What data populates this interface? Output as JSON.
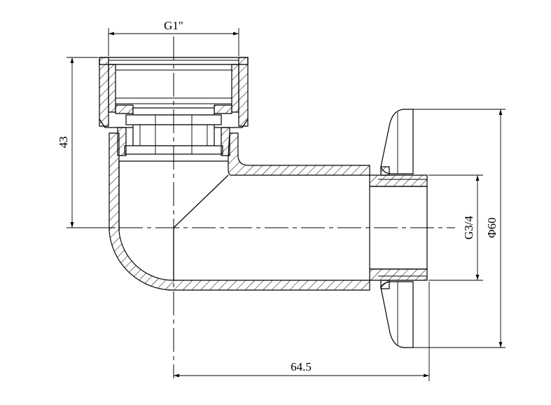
{
  "dimensions": {
    "thread_top": "G1\"",
    "height": "43",
    "thread_outlet": "G3/4",
    "flange_diameter": "Φ60",
    "length": "64.5"
  }
}
